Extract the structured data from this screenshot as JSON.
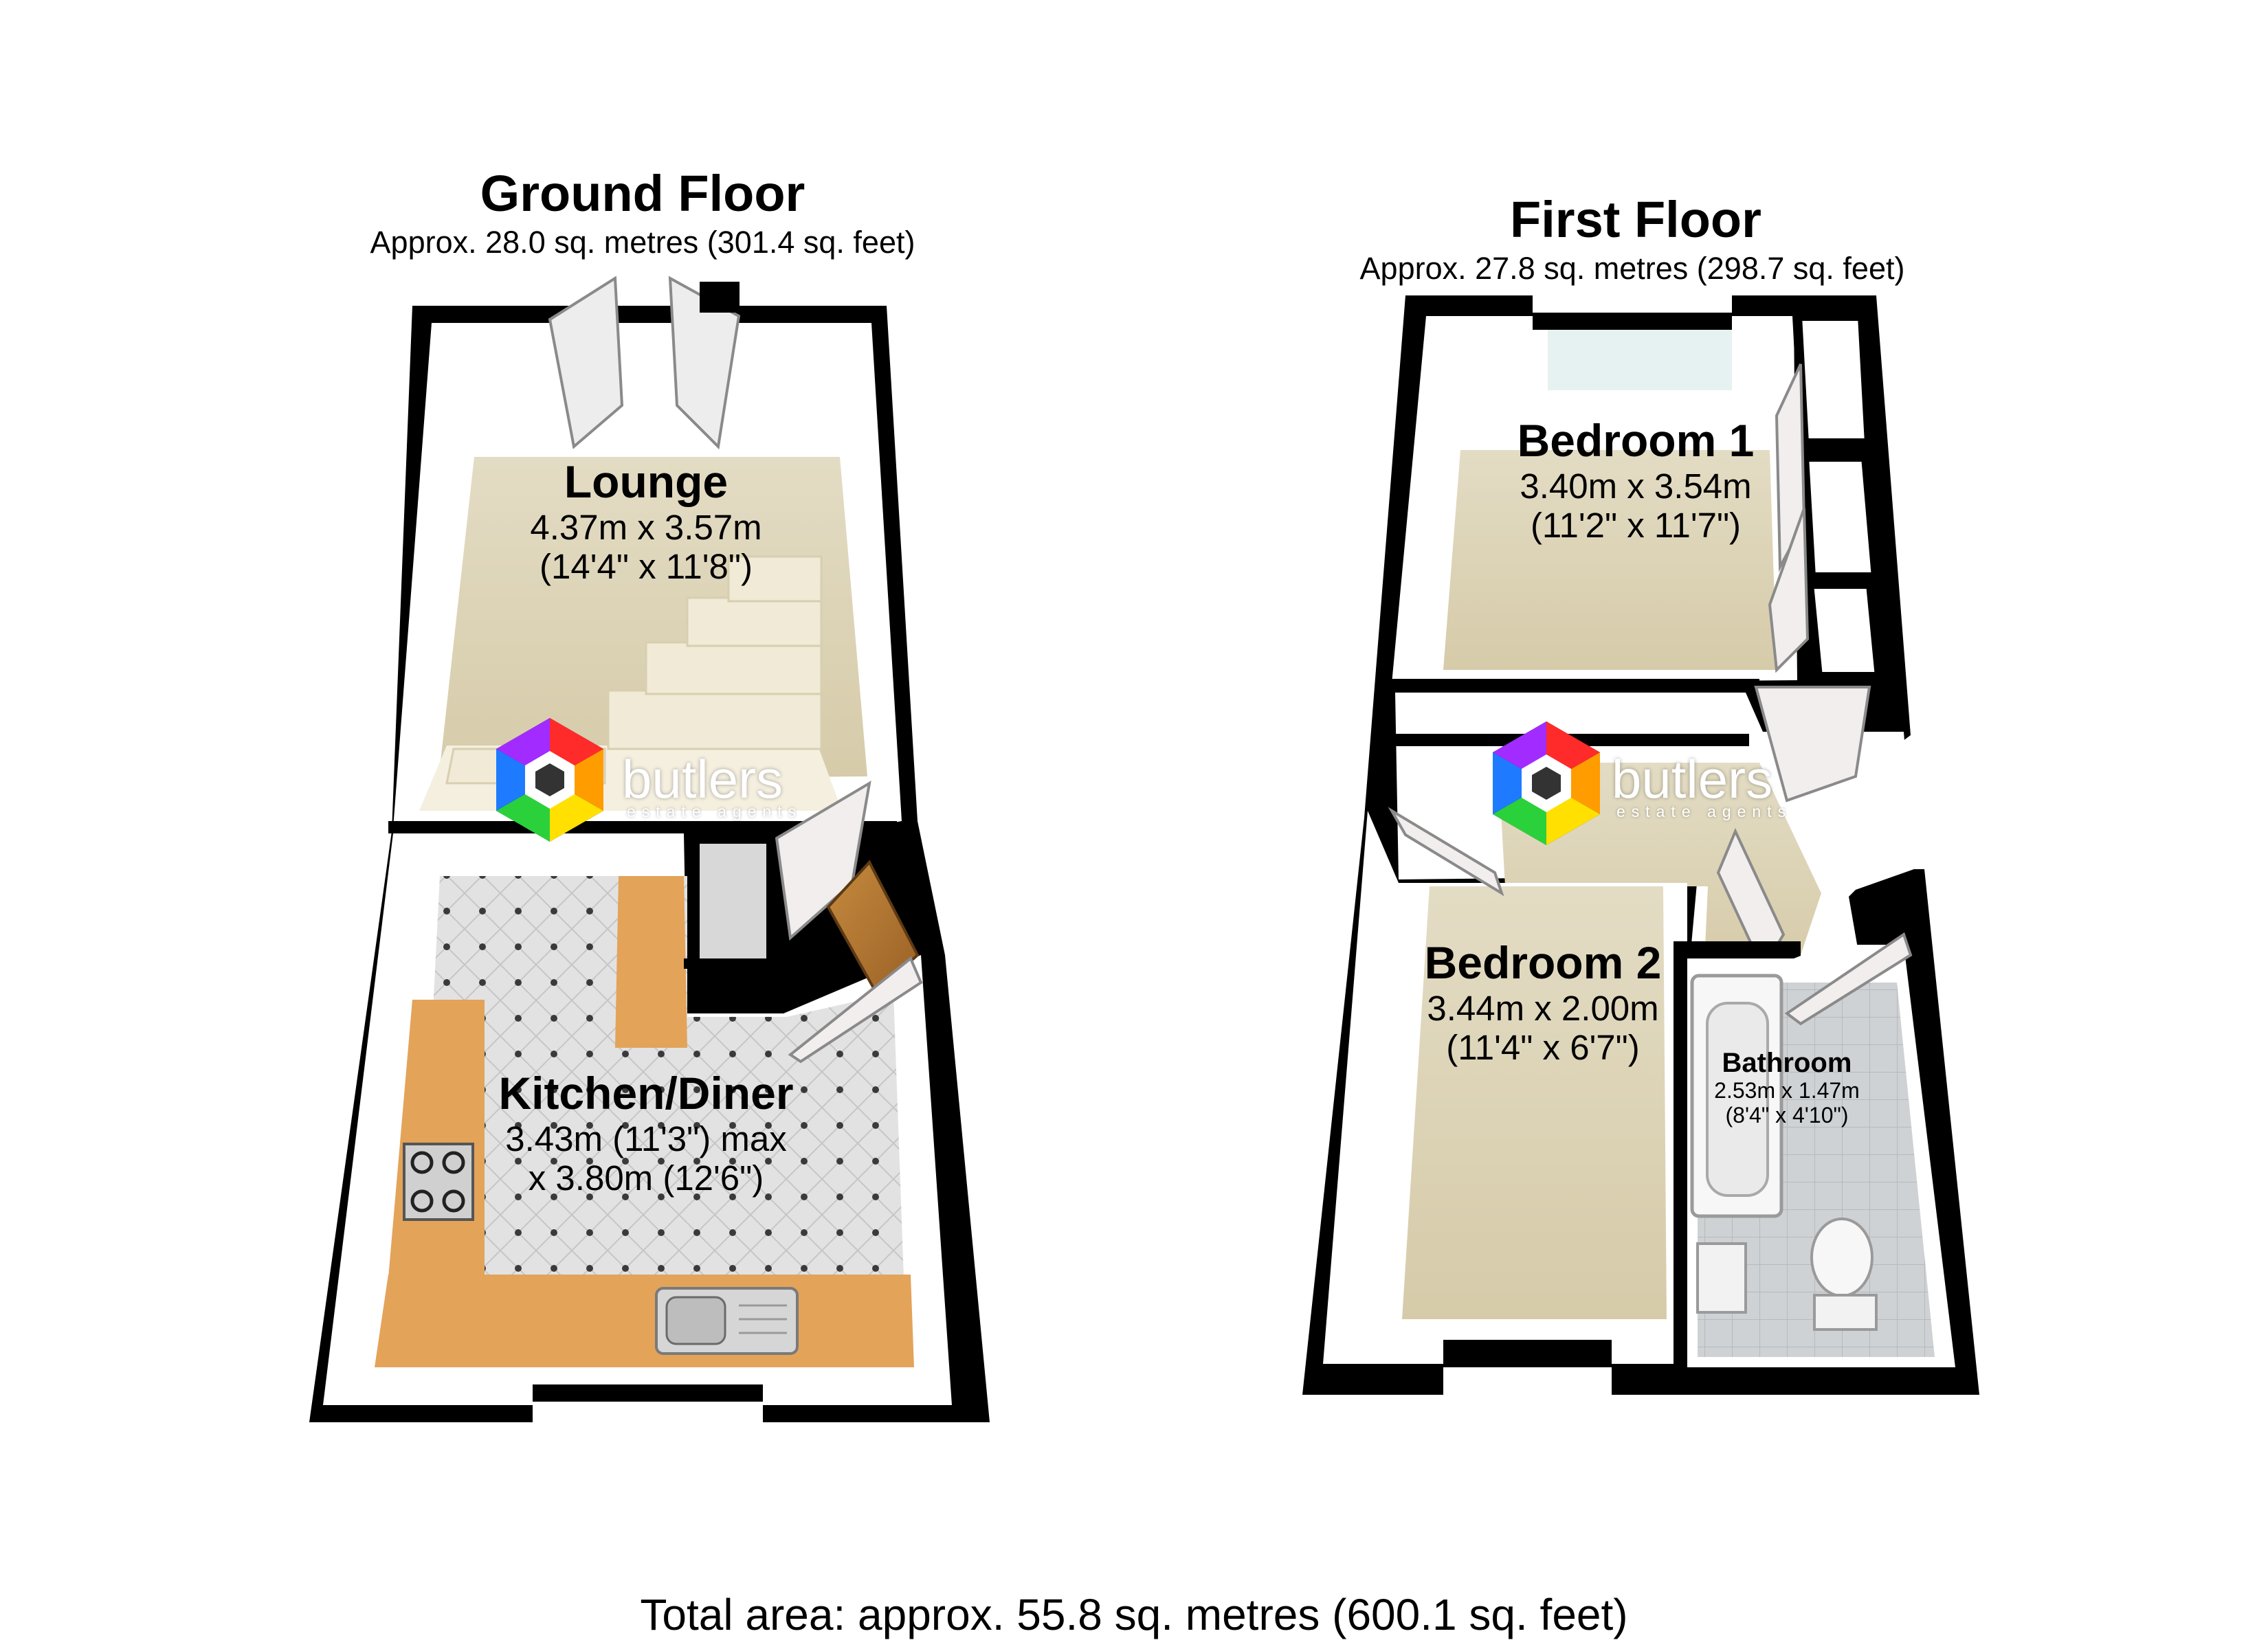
{
  "ground_floor": {
    "title": "Ground Floor",
    "area": "Approx. 28.0 sq. metres (301.4 sq. feet)",
    "rooms": {
      "lounge": {
        "name": "Lounge",
        "dim1": "4.37m x 3.57m",
        "dim2": "(14'4\" x 11'8\")"
      },
      "kitchen": {
        "name": "Kitchen/Diner",
        "dim1": "3.43m (11'3\") max",
        "dim2": "x 3.80m (12'6\")"
      }
    }
  },
  "first_floor": {
    "title": "First Floor",
    "area": "Approx. 27.8 sq. metres (298.7 sq. feet)",
    "rooms": {
      "bedroom1": {
        "name": "Bedroom 1",
        "dim1": "3.40m x 3.54m",
        "dim2": "(11'2\" x 11'7\")"
      },
      "bedroom2": {
        "name": "Bedroom 2",
        "dim1": "3.44m x 2.00m",
        "dim2": "(11'4\" x 6'7\")"
      },
      "bathroom": {
        "name": "Bathroom",
        "dim1": "2.53m x 1.47m",
        "dim2": "(8'4\" x 4'10\")"
      }
    }
  },
  "brand": {
    "name": "butlers",
    "tagline": "estate agents"
  },
  "total": "Total area: approx. 55.8 sq. metres (600.1 sq. feet)",
  "colors": {
    "wall": "#000000",
    "carpet": "#d9ceae",
    "kitchen_floor": "#dcdcdc",
    "worktop": "#e3a359",
    "bathroom_floor": "#c8ccd0",
    "door": "#f2eeee"
  }
}
